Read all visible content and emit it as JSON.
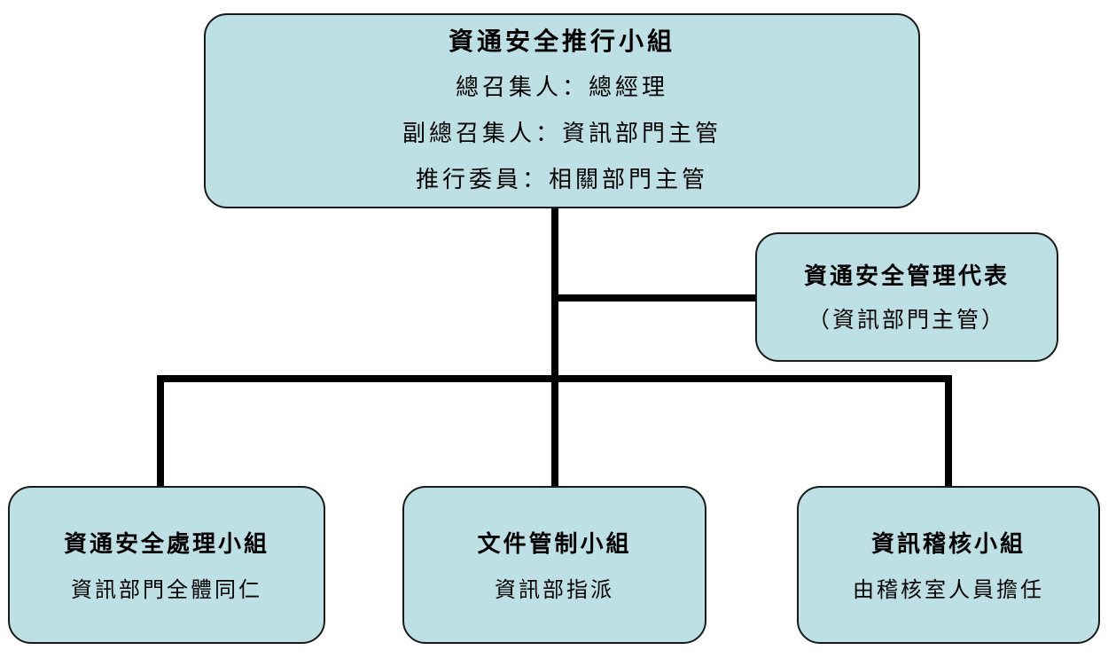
{
  "colors": {
    "box_fill": "#bde0e4",
    "box_border": "#1a1a1a",
    "connector": "#000000"
  },
  "steering_group": {
    "title": "資通安全推行小組",
    "convener": "總召集人：總經理",
    "deputy_convener": "副總召集人：資訊部門主管",
    "committee_members": "推行委員：相關部門主管"
  },
  "security_rep": {
    "title": "資通安全管理代表",
    "subtitle": "（資訊部門主管）"
  },
  "subgroups": [
    {
      "title": "資通安全處理小組",
      "members": "資訊部門全體同仁"
    },
    {
      "title": "文件管制小組",
      "members": "資訊部指派"
    },
    {
      "title": "資訊稽核小組",
      "members": "由稽核室人員擔任"
    }
  ]
}
